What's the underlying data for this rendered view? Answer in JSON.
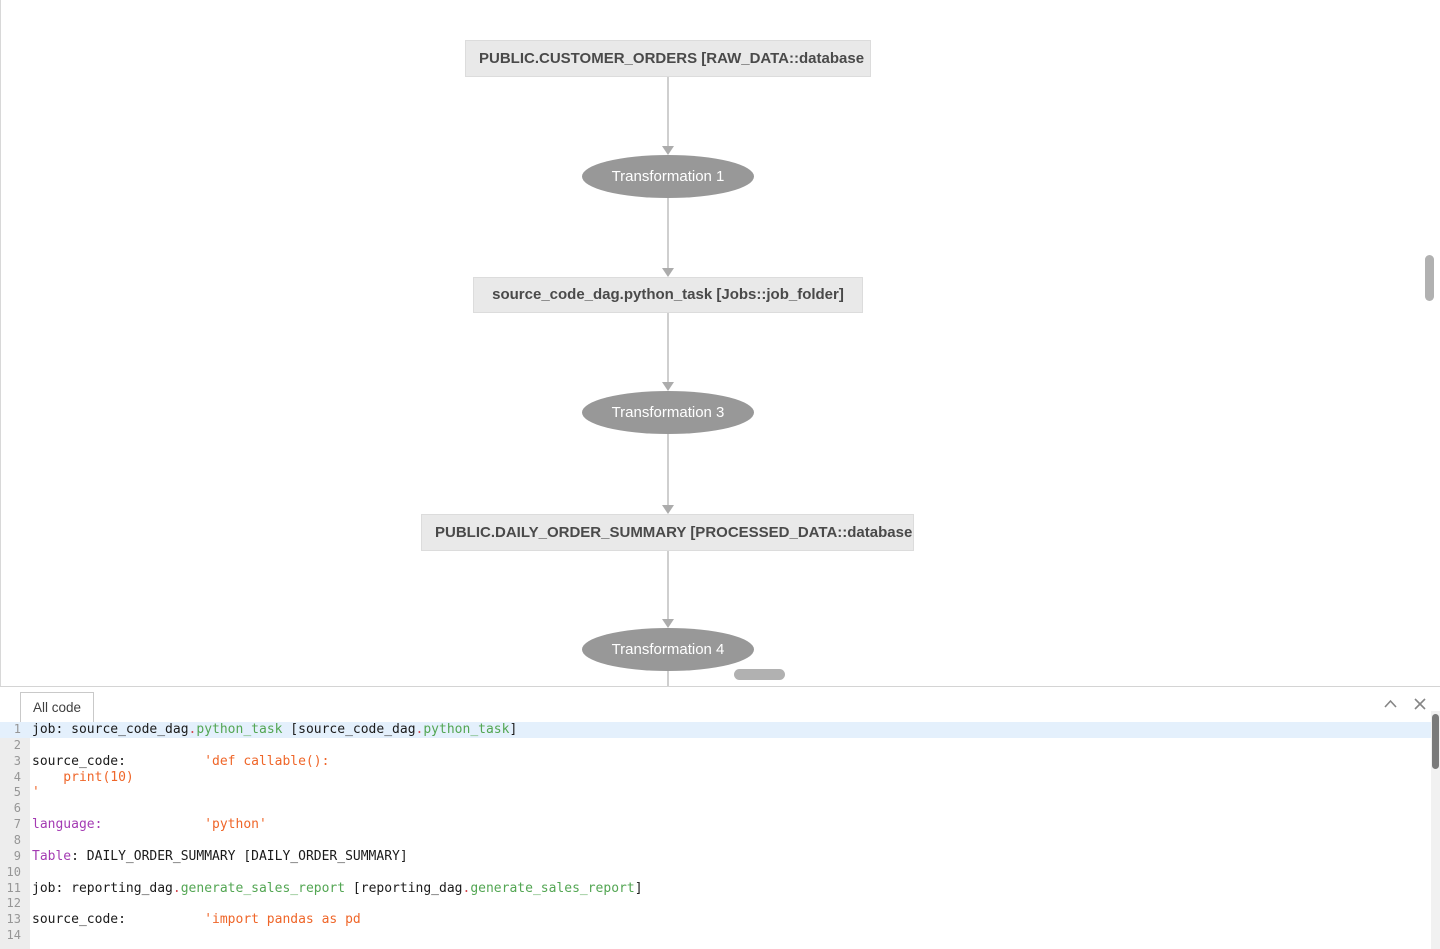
{
  "diagram": {
    "nodes": [
      {
        "label": "PUBLIC.CUSTOMER_ORDERS [RAW_DATA::database",
        "type": "table"
      },
      {
        "label": "Transformation 1",
        "type": "transformation"
      },
      {
        "label": "source_code_dag.python_task [Jobs::job_folder]",
        "type": "job"
      },
      {
        "label": "Transformation 3",
        "type": "transformation"
      },
      {
        "label": "PUBLIC.DAILY_ORDER_SUMMARY [PROCESSED_DATA::database",
        "type": "table"
      },
      {
        "label": "Transformation 4",
        "type": "transformation"
      }
    ],
    "colors": {
      "node_bg": "#e9e9e9",
      "node_border": "#dcdcdc",
      "node_text": "#4a4a4a",
      "ellipse_bg": "#989898",
      "ellipse_text": "#ffffff",
      "edge": "#cfcfcf",
      "arrow": "#acacac"
    }
  },
  "panel": {
    "tab_label": "All code",
    "icons": {
      "collapse": "chevron-up",
      "close": "x"
    }
  },
  "code": {
    "selected_line": "1",
    "colors": {
      "line_highlight": "#e4f0fc",
      "gutter_bg": "#ededed",
      "gutter_text": "#969696",
      "plain": "#1b1b1b",
      "identifier_green": "#53a653",
      "dot_red": "#d44950",
      "string_orange": "#ef6629",
      "keyword_purple": "#a43bb3"
    },
    "lines": [
      {
        "num": "1",
        "segs": [
          {
            "t": "job: source_code_dag"
          },
          {
            "t": "."
          },
          {
            "t": "python_task"
          },
          {
            "t": " [source_code_dag"
          },
          {
            "t": "."
          },
          {
            "t": "python_task"
          },
          {
            "t": "]"
          }
        ]
      },
      {
        "num": "2",
        "segs": []
      },
      {
        "num": "3",
        "segs": [
          {
            "t": "source_code:          "
          },
          {
            "t": "'def callable():"
          }
        ]
      },
      {
        "num": "4",
        "segs": [
          {
            "t": "    print(10)"
          }
        ]
      },
      {
        "num": "5",
        "segs": [
          {
            "t": "'"
          }
        ]
      },
      {
        "num": "6",
        "segs": []
      },
      {
        "num": "7",
        "segs": [
          {
            "t": "language:"
          },
          {
            "t": "             "
          },
          {
            "t": "'python'"
          }
        ]
      },
      {
        "num": "8",
        "segs": []
      },
      {
        "num": "9",
        "segs": [
          {
            "t": "Table"
          },
          {
            "t": ": DAILY_ORDER_SUMMARY [DAILY_ORDER_SUMMARY]"
          }
        ]
      },
      {
        "num": "10",
        "segs": []
      },
      {
        "num": "11",
        "segs": [
          {
            "t": "job: reporting_dag"
          },
          {
            "t": "."
          },
          {
            "t": "generate_sales_report"
          },
          {
            "t": " [reporting_dag"
          },
          {
            "t": "."
          },
          {
            "t": "generate_sales_report"
          },
          {
            "t": "]"
          }
        ]
      },
      {
        "num": "12",
        "segs": []
      },
      {
        "num": "13",
        "segs": [
          {
            "t": "source_code:          "
          },
          {
            "t": "'import pandas as pd"
          }
        ]
      },
      {
        "num": "14",
        "segs": []
      }
    ]
  }
}
